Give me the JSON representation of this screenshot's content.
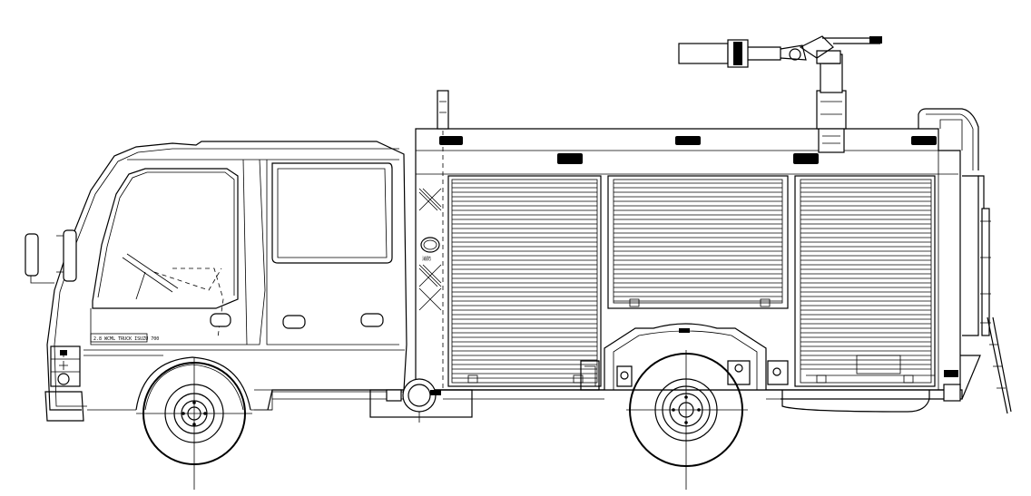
{
  "drawing": {
    "subject": "fire-truck-side-elevation",
    "colors": {
      "line": "#000000",
      "background": "#ffffff"
    }
  },
  "cab": {
    "door_badge_text": "2.8 WCML TRUCK ISUZU 700",
    "emblem_text": "消防"
  }
}
